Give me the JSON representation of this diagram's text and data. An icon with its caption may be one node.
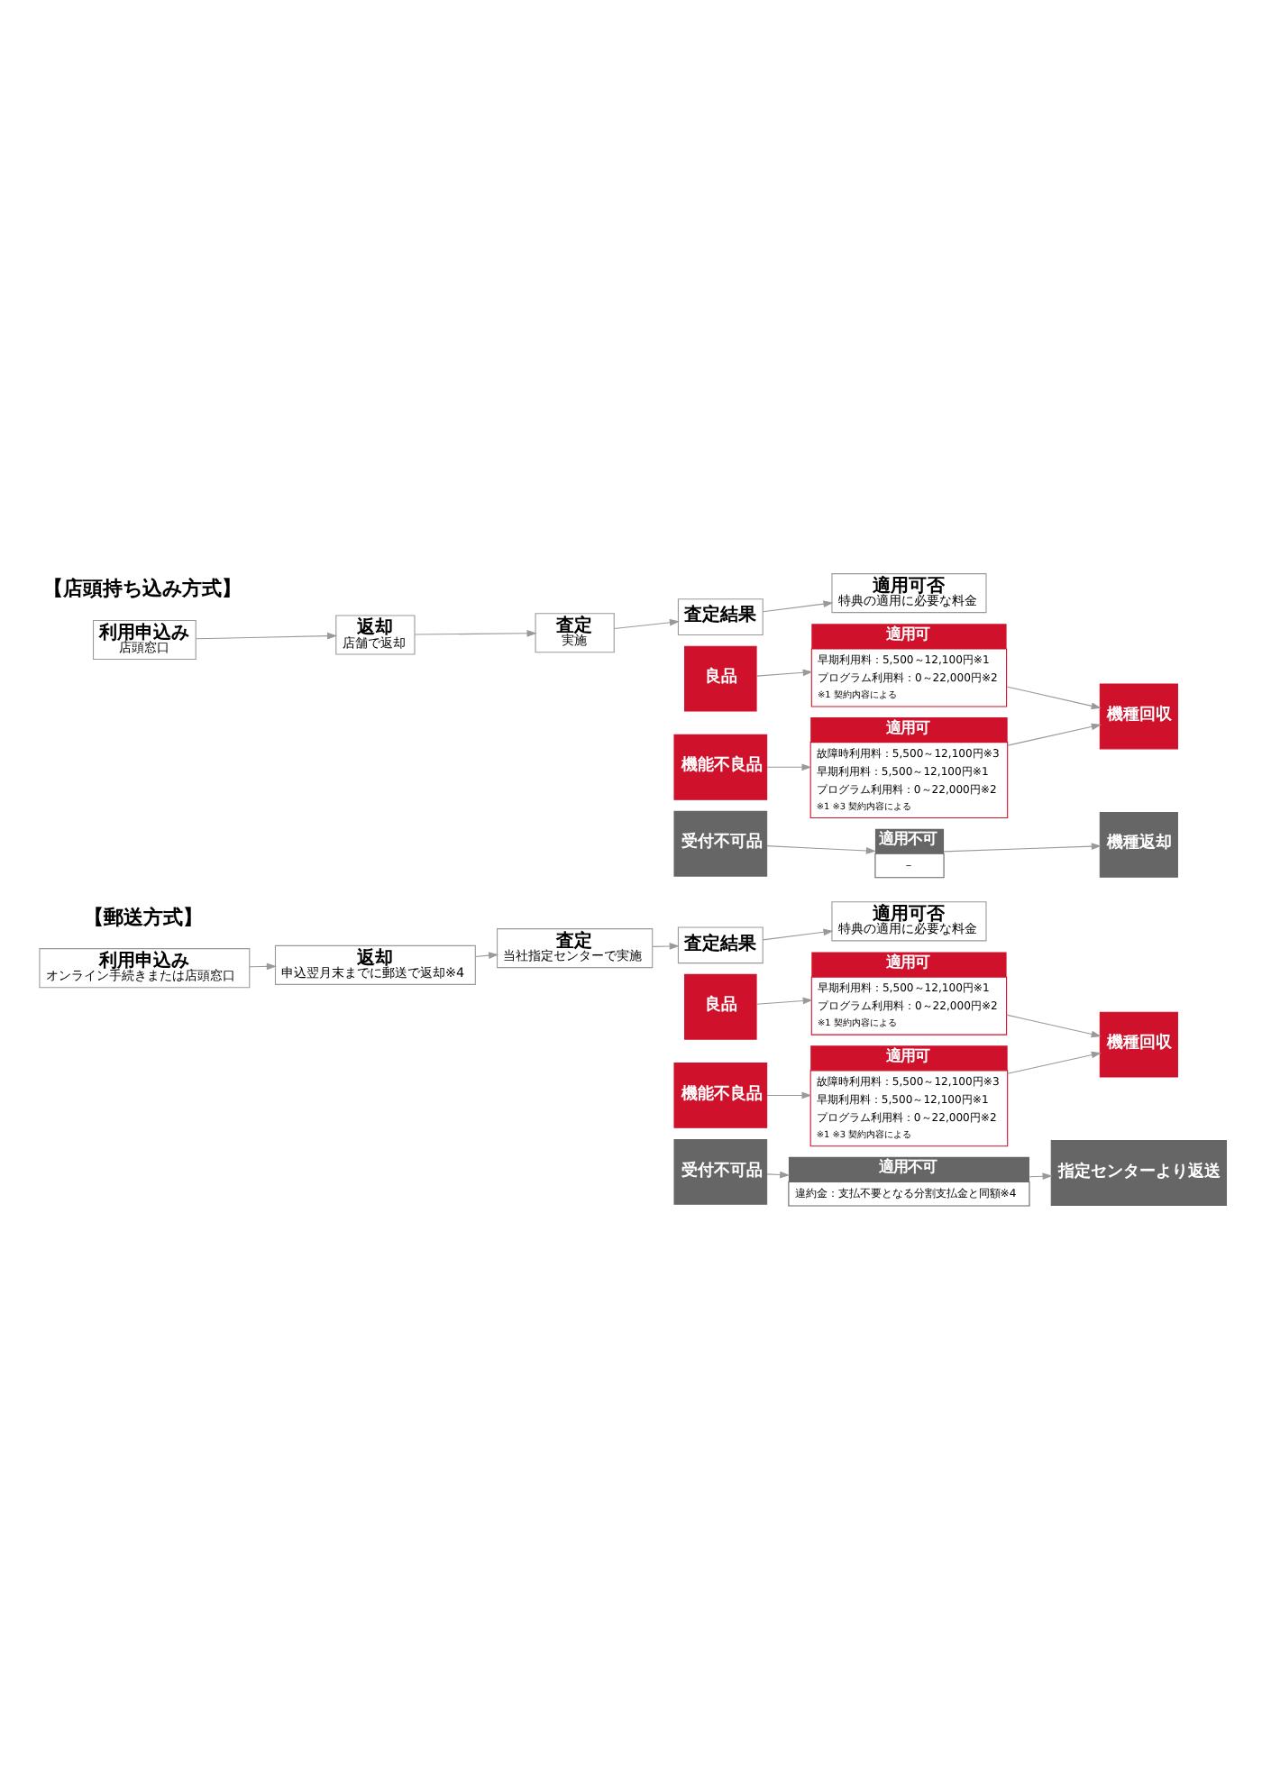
{
  "diagram": {
    "nodes": [
      {
        "text": [
          "利用申込み",
          "店頭窓口"
        ]
      },
      {
        "text": [
          "返却",
          "店舗で返却"
        ]
      },
      {
        "text": [
          "査定",
          "実施"
        ]
      },
      {
        "text": [
          "査定結果"
        ]
      },
      {
        "text": [
          "適用可否",
          "特典の適用に必要な料金"
        ]
      },
      {
        "text": [
          "良品"
        ]
      },
      {
        "text": [
          "適用可",
          "早期利用料：5,500～12,100円※1",
          "プログラム利用料：0～22,000円※2",
          "※1 契約内容による"
        ]
      },
      {
        "text": [
          "機能不良品"
        ]
      },
      {
        "text": [
          "適用可",
          "故障時利用料：5,500～12,100円※3",
          "早期利用料：5,500～12,100円※1",
          "プログラム利用料：0～22,000円※2",
          "※1 ※3 契約内容による"
        ]
      },
      {
        "text": [
          "機種回収"
        ]
      },
      {
        "text": [
          "受付不可品"
        ]
      },
      {
        "text": [
          "適用不可",
          "－"
        ]
      },
      {
        "text": [
          "機種返却"
        ]
      },
      {
        "text": [
          "利用申込み",
          "オンライン手続きまたは店頭窓口"
        ]
      },
      {
        "text": [
          "返却",
          "申込翌月末までに郵送で返却※4"
        ]
      },
      {
        "text": [
          "査定",
          "当社指定センターで実施"
        ]
      },
      {
        "text": [
          "査定結果"
        ]
      },
      {
        "text": [
          "適用可否",
          "特典の適用に必要な料金"
        ]
      },
      {
        "text": [
          "良品"
        ]
      },
      {
        "text": [
          "適用可",
          "早期利用料：5,500～12,100円※1",
          "プログラム利用料：0～22,000円※2",
          "※1 契約内容による"
        ]
      },
      {
        "text": [
          "機能不良品"
        ]
      },
      {
        "text": [
          "適用可",
          "故障時利用料：5,500～12,100円※3",
          "早期利用料：5,500～12,100円※1",
          "プログラム利用料：0～22,000円※2",
          "※1 ※3 契約内容による"
        ]
      },
      {
        "text": [
          "機種回収"
        ]
      },
      {
        "text": [
          "受付不可品"
        ]
      },
      {
        "text": [
          "適用不可",
          "違約金：支払不要となる分割支払金と同額※4"
        ]
      },
      {
        "text": [
          "指定センターより返送"
        ]
      }
    ],
    "edges": [
      {
        "from": 0,
        "to": 1,
        "arrow": "to"
      },
      {
        "from": 1,
        "to": 2,
        "arrow": "to"
      },
      {
        "from": 2,
        "to": 3,
        "arrow": "to"
      },
      {
        "from": 3,
        "to": 4,
        "arrow": "to"
      },
      {
        "from": 5,
        "to": 6,
        "arrow": "to"
      },
      {
        "from": 6,
        "to": 9,
        "arrow": "to"
      },
      {
        "from": 7,
        "to": 8,
        "arrow": "to"
      },
      {
        "from": 8,
        "to": 9,
        "arrow": "to"
      },
      {
        "from": 10,
        "to": 11,
        "arrow": "to"
      },
      {
        "from": 11,
        "to": 12,
        "arrow": "to"
      },
      {
        "from": 13,
        "to": 14,
        "arrow": "to"
      },
      {
        "from": 14,
        "to": 15,
        "arrow": "to"
      },
      {
        "from": 15,
        "to": 16,
        "arrow": "to"
      },
      {
        "from": 16,
        "to": 17,
        "arrow": "to"
      },
      {
        "from": 18,
        "to": 19,
        "arrow": "to"
      },
      {
        "from": 19,
        "to": 22,
        "arrow": "to"
      },
      {
        "from": 20,
        "to": 21,
        "arrow": "to"
      },
      {
        "from": 21,
        "to": 22,
        "arrow": "to"
      },
      {
        "from": 23,
        "to": 24,
        "arrow": "to"
      },
      {
        "from": 24,
        "to": 25,
        "arrow": "to"
      }
    ],
    "labels": [
      "【店頭持ち込み方式】",
      "【郵送方式】"
    ]
  }
}
